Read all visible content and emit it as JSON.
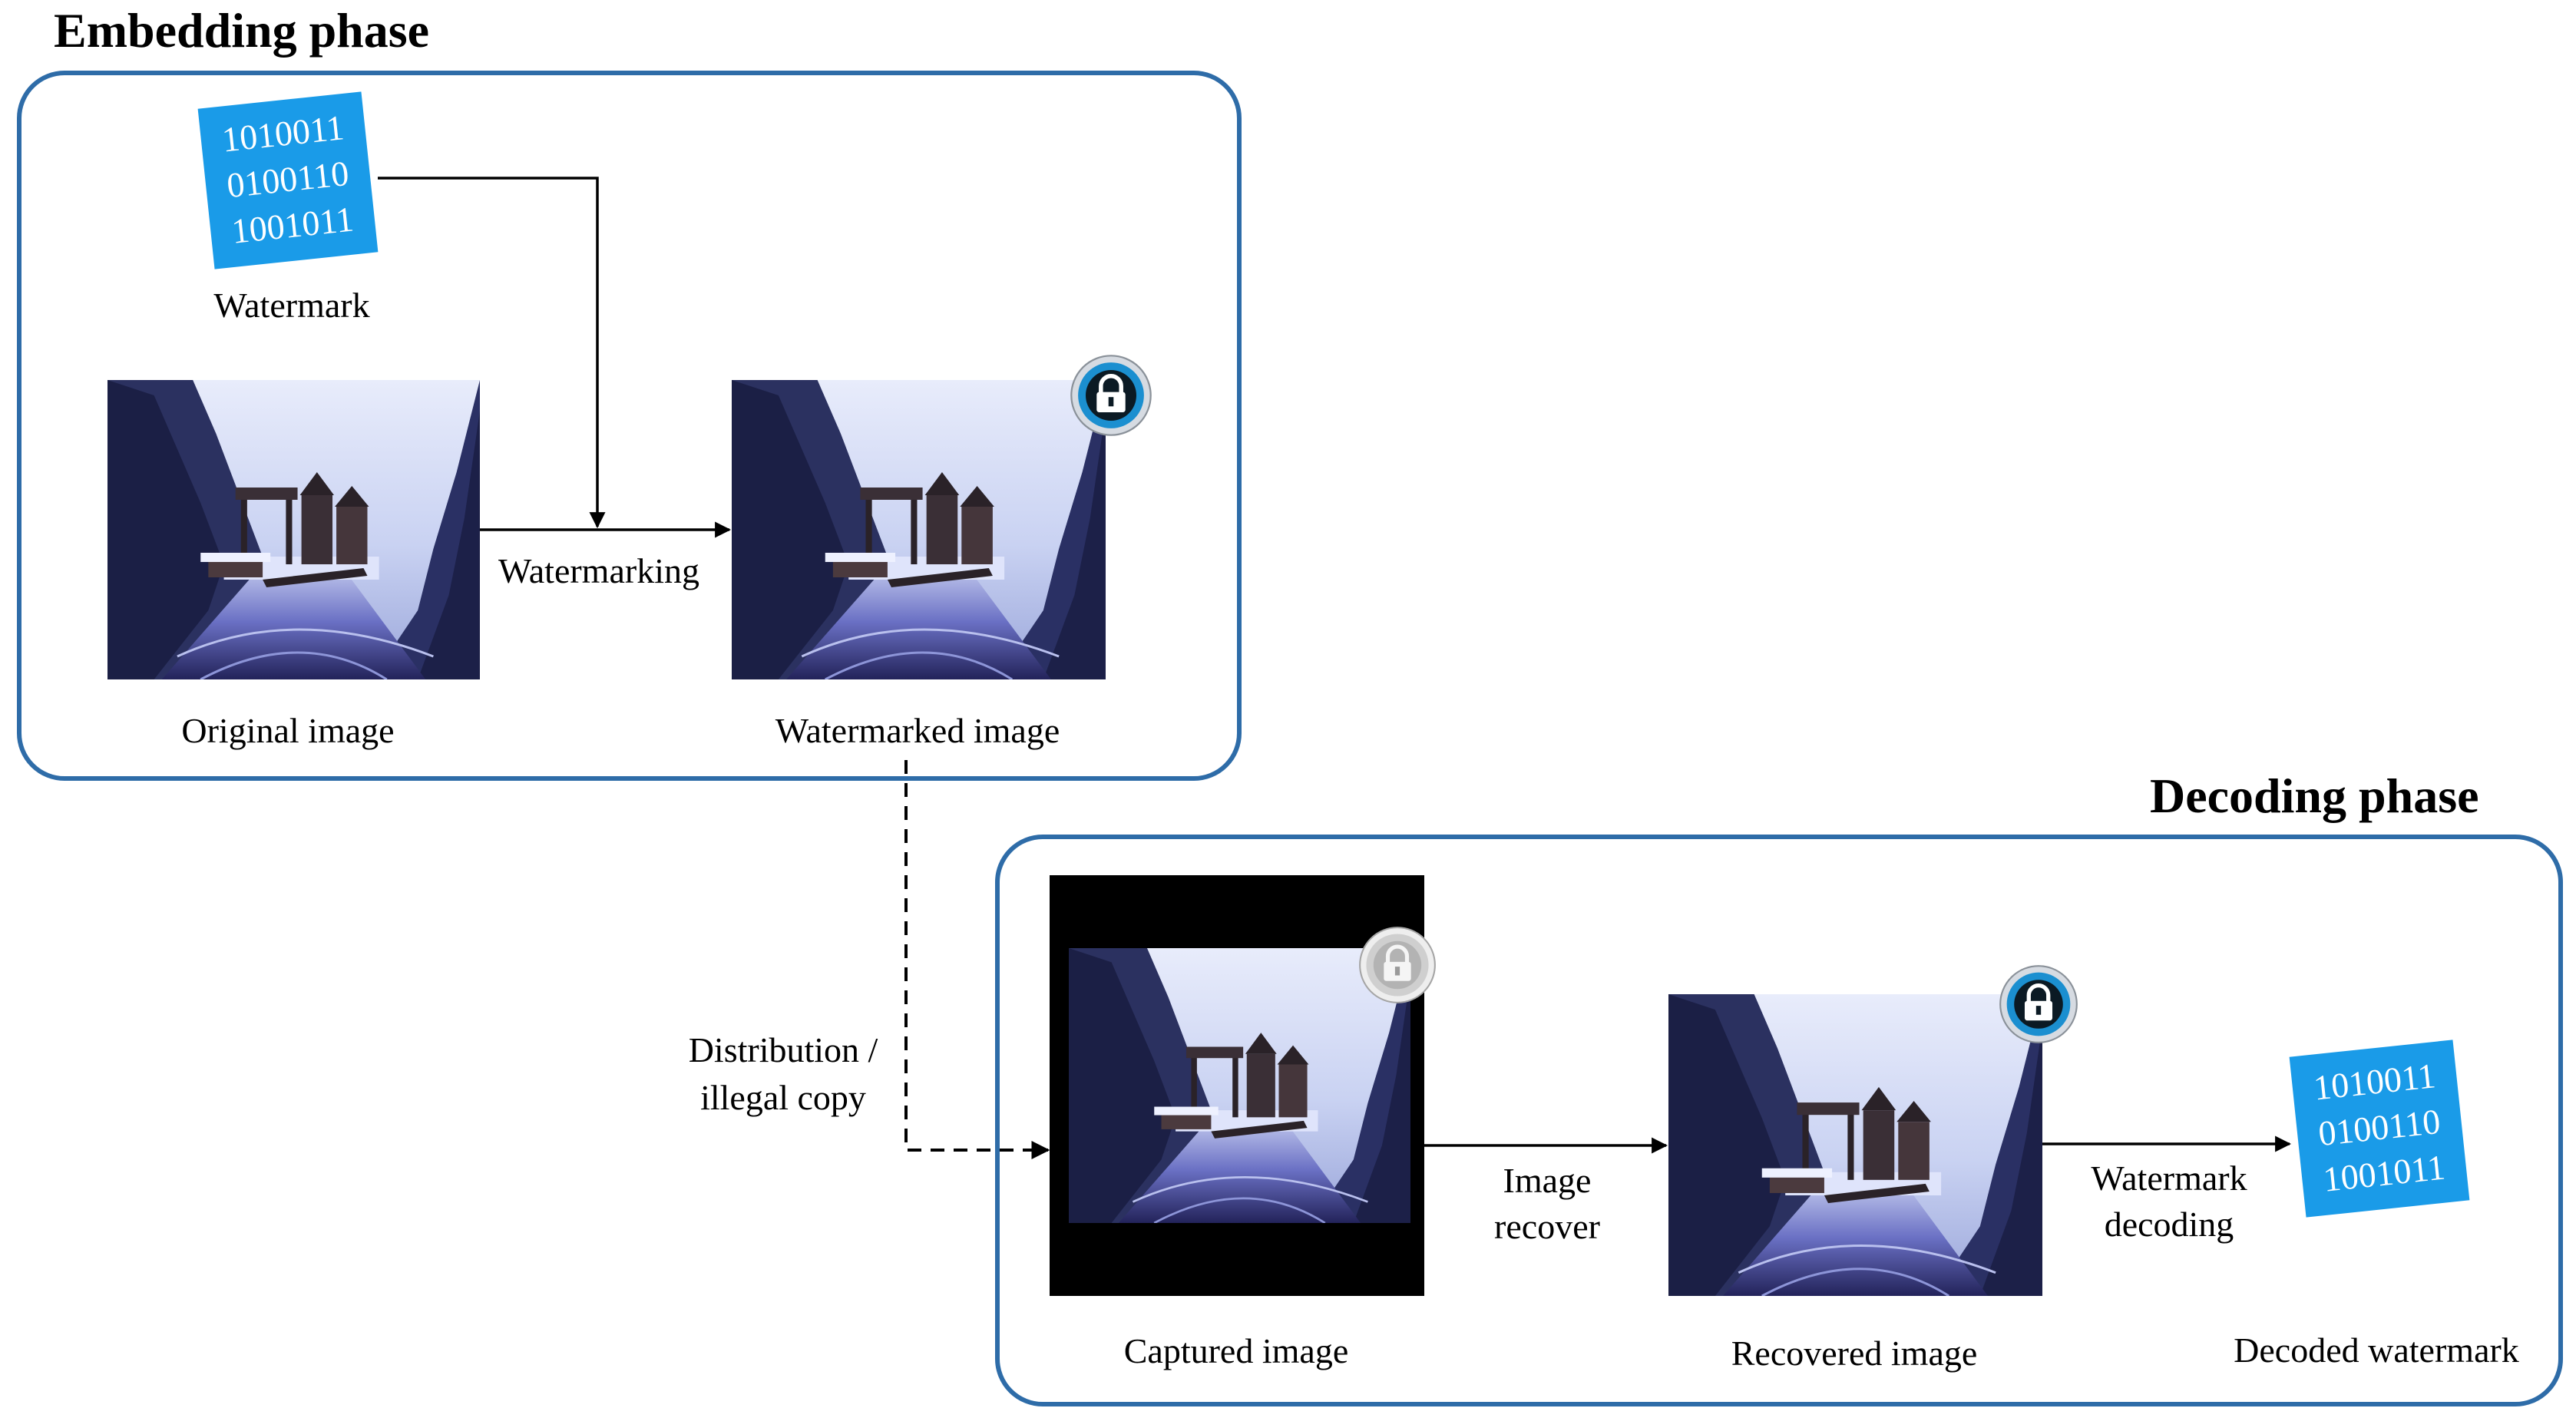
{
  "embedding": {
    "title": "Embedding phase",
    "watermark_bits": [
      "1010011",
      "0100110",
      "1001011"
    ],
    "watermark_label": "Watermark",
    "original_label": "Original image",
    "process_label": "Watermarking",
    "watermarked_label": "Watermarked image"
  },
  "transfer": {
    "line1": "Distribution /",
    "line2": "illegal copy"
  },
  "decoding": {
    "title": "Decoding phase",
    "captured_label": "Captured image",
    "recover_line1": "Image",
    "recover_line2": "recover",
    "recovered_label": "Recovered image",
    "decode_line1": "Watermark",
    "decode_line2": "decoding",
    "decoded_label": "Decoded watermark",
    "decoded_bits": [
      "1010011",
      "0100110",
      "1001011"
    ]
  },
  "colors": {
    "panel_border": "#2e6ca8",
    "binary_card": "#1a9be8",
    "lock_active": "#1b8fd0",
    "lock_faded": "#b8b8b8"
  },
  "icons": {
    "lock": "padlock-icon",
    "binary": "binary-data-icon"
  }
}
